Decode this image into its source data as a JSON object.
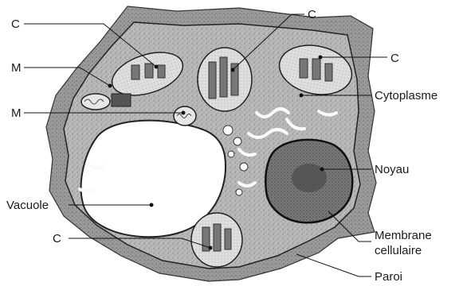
{
  "diagram": {
    "labels": {
      "c_top_left": "C",
      "c_top_middle": "C",
      "c_top_right": "C",
      "m_upper": "M",
      "m_lower": "M",
      "cytoplasme": "Cytoplasme",
      "noyau": "Noyau",
      "vacuole": "Vacuole",
      "c_bottom": "C",
      "membrane_line1": "Membrane",
      "membrane_line2": "cellulaire",
      "paroi": "Paroi"
    },
    "colors": {
      "wall": "#8a8a8a",
      "cytoplasm": "#bdbdbd",
      "vacuole": "#ffffff",
      "nucleus": "#6a6a6a",
      "chloroplast": "#d8d8d8",
      "ink": "#111111"
    }
  }
}
